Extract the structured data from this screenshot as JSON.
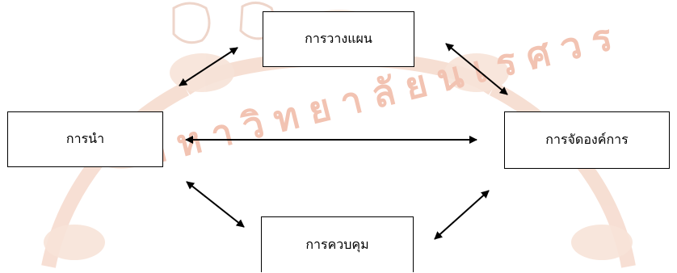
{
  "diagram": {
    "nodes": {
      "planning": "การวางแผน",
      "leading": "การนำ",
      "organizing": "การจัดองค์การ",
      "controlling": "การควบคุม"
    },
    "edges": [
      {
        "from": "leading",
        "to": "planning",
        "direction": "both"
      },
      {
        "from": "planning",
        "to": "organizing",
        "direction": "both"
      },
      {
        "from": "leading",
        "to": "organizing",
        "direction": "both"
      },
      {
        "from": "leading",
        "to": "controlling",
        "direction": "both"
      },
      {
        "from": "controlling",
        "to": "organizing",
        "direction": "both"
      }
    ],
    "watermark": {
      "text": "มหาวิทยาลัยนเรศวร",
      "color": "#f2c3b2",
      "accent_color": "#f6dccf"
    }
  }
}
